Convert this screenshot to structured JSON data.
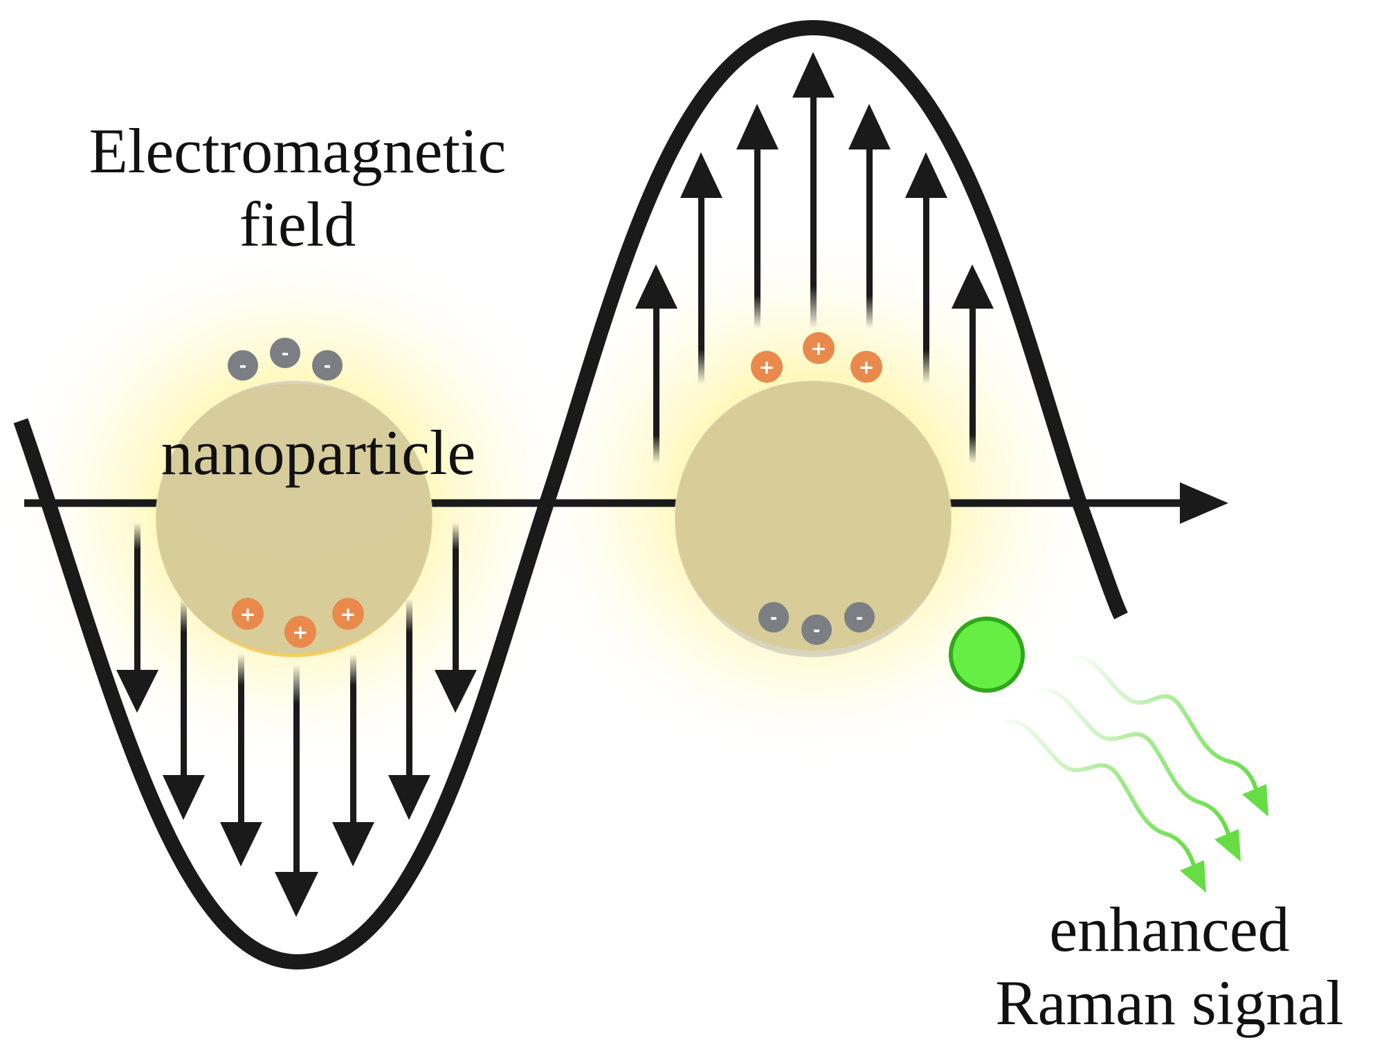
{
  "labels": {
    "em_line1": "Electromagnetic",
    "em_line2": "field",
    "nanoparticle": "nanoparticle",
    "raman_line1": "enhanced",
    "raman_line2": "Raman signal"
  },
  "charges": {
    "negative": "-",
    "positive": "+"
  },
  "colors": {
    "wave": "#1a1a1a",
    "particle_core": "#d7cc9a",
    "particle_shell_gray": "#d8d3bd",
    "particle_shell_gold": "#f5c842",
    "glow": "#fff6a8",
    "negative_charge": "#7b7f84",
    "positive_charge": "#e98a4c",
    "molecule": "#66ee44",
    "raman_wave": "#66dd44"
  }
}
